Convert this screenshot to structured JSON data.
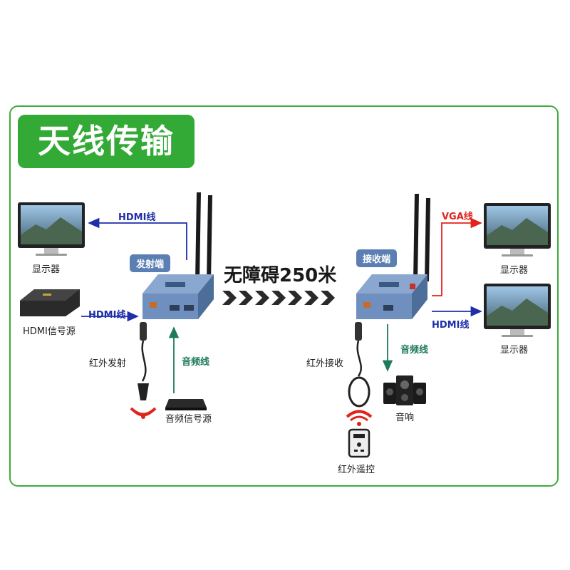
{
  "title": "天线传输",
  "transmitter_label": "发射端",
  "receiver_label": "接收端",
  "distance_label": "无障碍250米",
  "left": {
    "display_label": "显示器",
    "hdmi_out_label": "HDMI线",
    "source_label": "HDMI信号源",
    "hdmi_in_label": "HDMI线",
    "ir_tx_label": "红外发射",
    "audio_line_label": "音频线",
    "audio_source_label": "音频信号源"
  },
  "right": {
    "vga_label": "VGA线",
    "display1_label": "显示器",
    "hdmi_label": "HDMI线",
    "display2_label": "显示器",
    "audio_line_label": "音频线",
    "ir_rx_label": "红外接收",
    "speaker_label": "音响",
    "remote_label": "红外遥控"
  },
  "colors": {
    "frame_green": "#3aad3a",
    "title_bg": "#33a936",
    "hdmi_blue": "#1f2fa8",
    "vga_red": "#e0241b",
    "audio_green": "#1d7a5a",
    "device_blue": "#5b7fb3"
  }
}
